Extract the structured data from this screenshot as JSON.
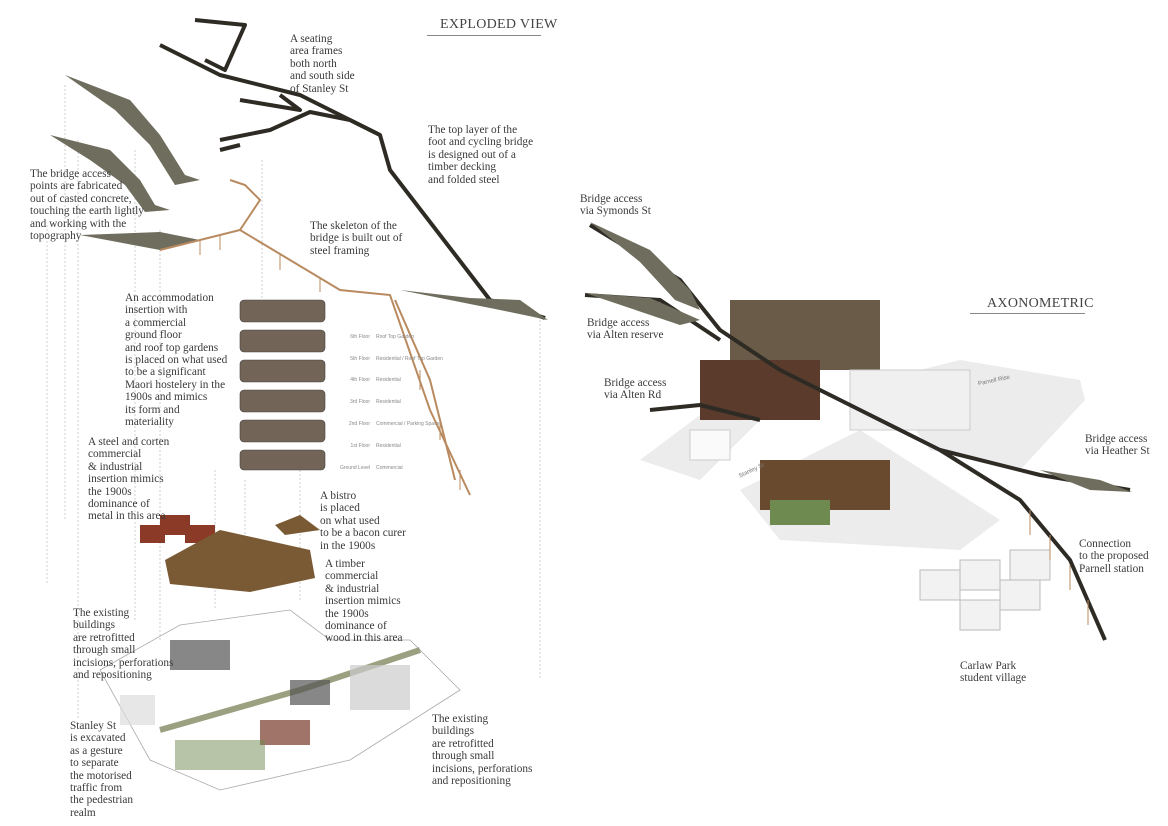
{
  "titles": {
    "exploded": "EXPLODED VIEW",
    "axonometric": "AXONOMETRIC"
  },
  "exploded_notes": {
    "seating": "A seating\narea frames\nboth north\nand south side\nof Stanley St",
    "top_layer": "The top layer of the\nfoot and cycling bridge\nis designed out of a\ntimber decking\nand folded steel",
    "access_points": "The bridge access\npoints are fabricated\nout of casted concrete,\ntouching the earth lightly\nand working with the\ntopography",
    "skeleton": "The skeleton of the\nbridge is built out of\nsteel framing",
    "accommodation": "An accommodation\ninsertion with\na commercial\nground floor\nand roof top gardens\nis placed on what used\nto be a significant\nMaori hostelery in the\n1900s and mimics\nits form and\nmateriality",
    "steel_corten": "A steel and corten\ncommercial\n& industrial\ninsertion mimics\nthe 1900s\ndominance of\nmetal in this area",
    "bistro": "A bistro\nis placed\non what used\nto be a bacon curer\nin the 1900s",
    "timber": "A timber\ncommercial\n& industrial\ninsertion mimics\nthe 1900s\ndominance of\nwood in this area",
    "existing_left": "The existing\nbuildings\nare retrofitted\nthrough small\nincisions,  perforations\nand repositioning",
    "stanley": "Stanley St\nis excavated\nas a gesture\nto separate\nthe motorised\ntraffic from\nthe pedestrian\nrealm",
    "existing_right": "The existing\nbuildings\nare retrofitted\nthrough small\nincisions, perforations\nand repositioning"
  },
  "floor_levels": [
    {
      "floor": "6th Floor",
      "use": "Roof Top Garden"
    },
    {
      "floor": "5th Floor",
      "use": "Residential / Roof Top Garden"
    },
    {
      "floor": "4th Floor",
      "use": "Residential"
    },
    {
      "floor": "3rd Floor",
      "use": "Residential"
    },
    {
      "floor": "2nd Floor",
      "use": "Commercial / Parking Space"
    },
    {
      "floor": "1st Floor",
      "use": "Residential"
    },
    {
      "floor": "Ground Level",
      "use": "Commercial"
    }
  ],
  "axonometric_notes": {
    "symonds": "Bridge access\nvia Symonds St",
    "alten_reserve": "Bridge access\nvia Alten reserve",
    "alten_rd": "Bridge access\nvia Alten Rd",
    "heather": "Bridge access\nvia Heather St",
    "parnell_station": "Connection\nto the proposed\nParnell station",
    "carlaw": "Carlaw Park\nstudent village"
  },
  "street_labels": {
    "parnell_rise": "Parnell Rise",
    "stanley_st": "Stanley St"
  },
  "colors": {
    "bridge_dark": "#2e2b24",
    "timber": "#b98a5f",
    "concrete": "#6f6e5e",
    "brick": "#8a3a26",
    "text": "#3a3a3a"
  }
}
